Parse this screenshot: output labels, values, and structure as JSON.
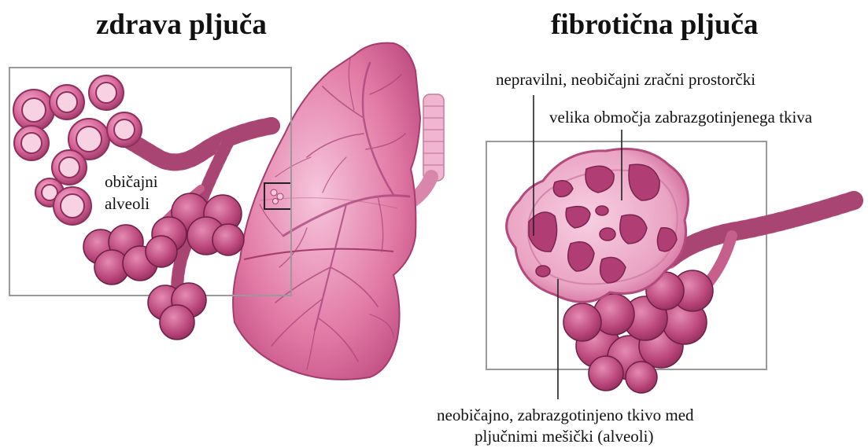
{
  "titles": {
    "healthy": "zdrava pljuča",
    "fibrotic": "fibrotična pljuča"
  },
  "labels": {
    "normal_alveoli_line1": "običajni",
    "normal_alveoli_line2": "alveoli",
    "irregular_spaces": "nepravilni, neobičajni zračni  prostorčki",
    "scar_areas": "velika območja zabrazgotinjenega tkiva",
    "abnormal_tissue_line1": "neobičajno, zabrazgotinjeno tkivo med",
    "abnormal_tissue_line2": "pljučnimi mešički (alveoli)"
  },
  "colors": {
    "lung_fill": "#e27aa6",
    "lung_dark": "#b8447a",
    "airway": "#c65f8c",
    "alveolus_fill": "#d8649a",
    "alveolus_inner": "#f6d2e3",
    "scar_tissue": "#f2c4d9",
    "frame": "#9a9a9a"
  }
}
